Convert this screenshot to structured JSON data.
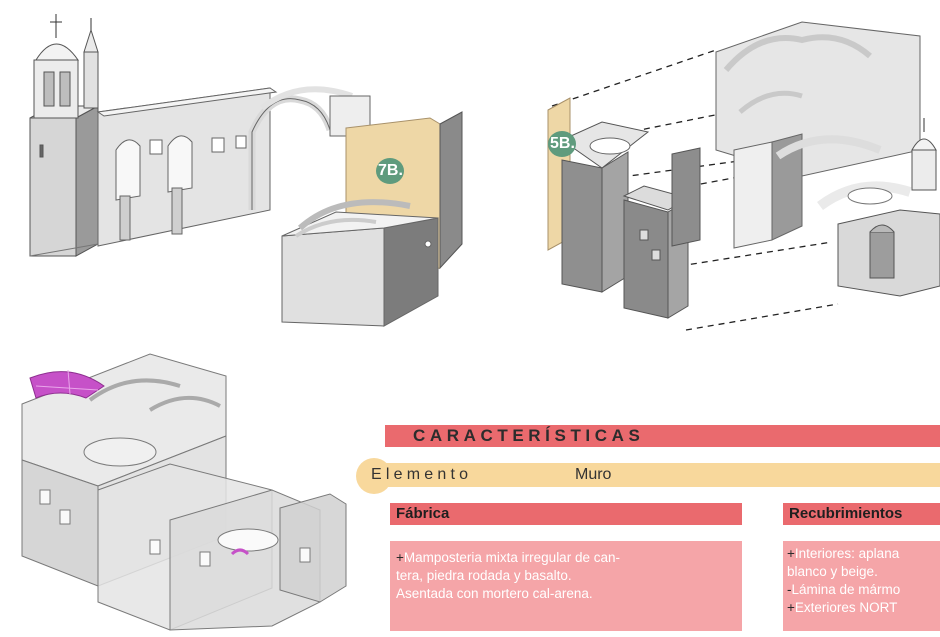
{
  "drawings": {
    "top_left": {
      "label": "7B.",
      "fill_color": "#eed7a6"
    },
    "top_right": {
      "label": "5B.",
      "fill_color": "#eed7a6"
    },
    "bottom_left": {
      "highlight_color": "#c651c8"
    }
  },
  "badge_color": "#5f9b7d",
  "caracteristicas": {
    "title": "CARACTERÍSTICAS",
    "elemento_label": "Elemento",
    "elemento_value": "Muro",
    "fabrica": {
      "heading": "Fábrica",
      "lines": [
        {
          "mark": "+",
          "text": "Mamposteria mixta irregular de can-"
        },
        {
          "mark": "",
          "text": "tera, piedra rodada y basalto."
        },
        {
          "mark": "",
          "text": "Asentada con  mortero cal-arena."
        }
      ]
    },
    "recubrimientos": {
      "heading": "Recubrimientos",
      "lines": [
        {
          "mark": "+",
          "text": "Interiores: aplana"
        },
        {
          "mark": "",
          "text": "blanco y beige."
        },
        {
          "mark": "-",
          "text": "Lámina de mármo"
        },
        {
          "mark": "+",
          "text": "Exteriores NORT"
        }
      ]
    }
  },
  "colors": {
    "accent_red": "#ea6a6e",
    "accent_yellow": "#f8d89c",
    "box_pink": "#f5a5a8"
  }
}
